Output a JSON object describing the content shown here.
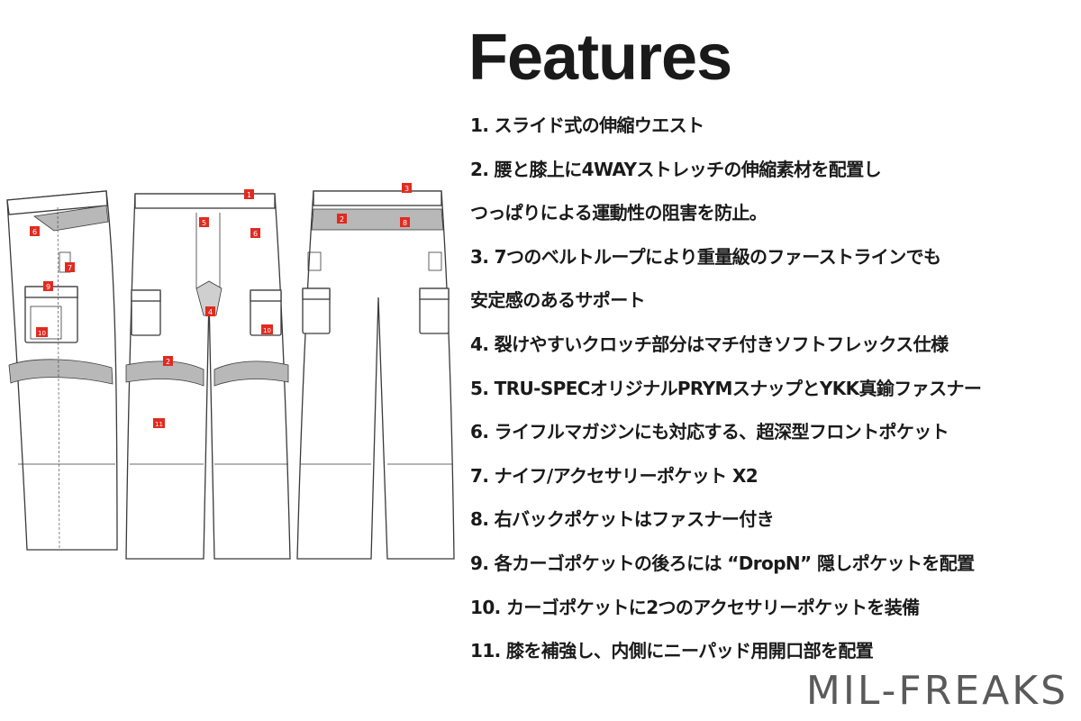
{
  "heading": "Features",
  "features": [
    "1. スライド式の伸縮ウエスト",
    "2. 腰と膝上に4WAYストレッチの伸縮素材を配置し",
    "つっぱりによる運動性の阻害を防止。",
    "3. 7つのベルトループにより重量級のファーストラインでも",
    "安定感のあるサポート",
    "4. 裂けやすいクロッチ部分はマチ付きソフトフレックス仕様",
    "5. TRU-SPECオリジナルPRYMスナップとYKK真鍮ファスナー",
    "6. ライフルマガジンにも対応する、超深型フロントポケット",
    "7. ナイフ/アクセサリーポケット X2",
    "8. 右バックポケットはファスナー付き",
    "9. 各カーゴポケットの後ろには “DropN” 隠しポケットを配置",
    "10. カーゴポケットに2つのアクセサリーポケットを装備",
    "11. 膝を補強し、内側にニーパッド用開口部を配置"
  ],
  "brand": "MIL-FREAKS",
  "markers": {
    "side": [
      "6",
      "7",
      "9",
      "10"
    ],
    "front": [
      "1",
      "5",
      "6",
      "4",
      "2",
      "10",
      "11"
    ],
    "back": [
      "3",
      "2",
      "8"
    ]
  },
  "colors": {
    "marker": "#e02b20",
    "stretch_panel": "#b8b8b8",
    "outline": "#3a3a3a",
    "text": "#1a1a1a",
    "brand": "#5a5a5a"
  }
}
